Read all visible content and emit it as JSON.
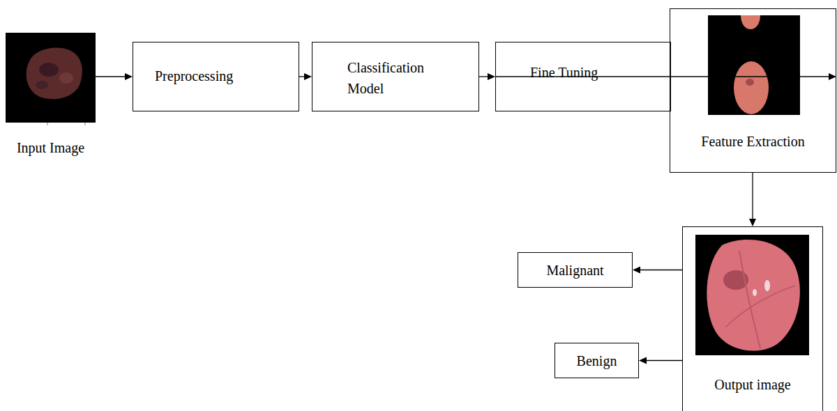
{
  "diagram": {
    "nodes": [
      {
        "text": [
          "Input Image"
        ]
      },
      {
        "text": [
          "Preprocessing"
        ]
      },
      {
        "text": [
          "Classification Model"
        ]
      },
      {
        "text": [
          "Fine Tuning"
        ]
      },
      {
        "text": [
          "Feature Extraction"
        ]
      },
      {
        "text": [
          "Output image"
        ]
      },
      {
        "text": [
          "Malignant"
        ]
      },
      {
        "text": [
          "Benign"
        ]
      }
    ],
    "edges": [
      {
        "from": 0,
        "to": 1,
        "arrow": "to"
      },
      {
        "from": 1,
        "to": 2,
        "arrow": "to"
      },
      {
        "from": 2,
        "to": 3,
        "arrow": "to"
      },
      {
        "from": 3,
        "to": 4,
        "arrow": "to"
      },
      {
        "from": 4,
        "to": 5,
        "arrow": "to"
      },
      {
        "from": 5,
        "to": 6,
        "arrow": "to"
      },
      {
        "from": 5,
        "to": 7,
        "arrow": "to"
      }
    ]
  }
}
